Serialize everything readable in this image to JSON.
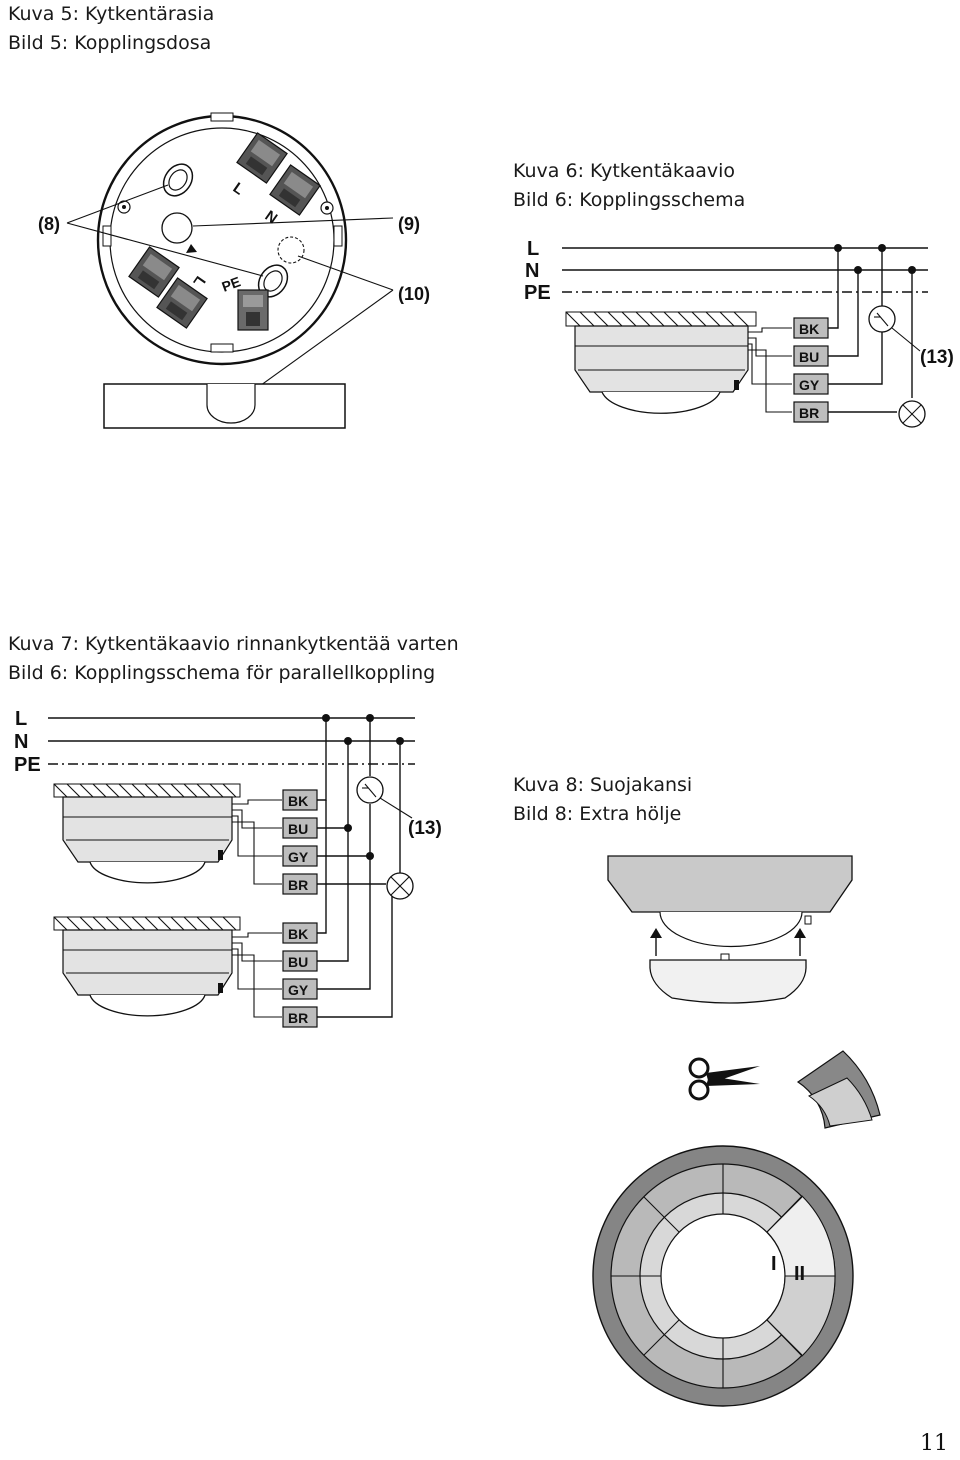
{
  "fig5": {
    "caption_fi": "Kuva 5: Kytkentärasia",
    "caption_sv": "Bild 5: Kopplingsdosa",
    "callouts": [
      "(8)",
      "(9)",
      "(10)"
    ],
    "terminal_labels": [
      "L",
      "N",
      "L",
      "PE"
    ]
  },
  "fig6": {
    "caption_fi": "Kuva 6: Kytkentäkaavio",
    "caption_sv": "Bild 6: Kopplingsschema",
    "lines": [
      "L",
      "N",
      "PE"
    ],
    "wires": [
      "BK",
      "BU",
      "GY",
      "BR"
    ],
    "callout": "(13)"
  },
  "fig7": {
    "caption_fi": "Kuva 7: Kytkentäkaavio rinnankytkentää varten",
    "caption_sv": "Bild 6: Kopplingsschema för parallellkoppling",
    "lines": [
      "L",
      "N",
      "PE"
    ],
    "wires_a": [
      "BK",
      "BU",
      "GY",
      "BR"
    ],
    "wires_b": [
      "BK",
      "BU",
      "GY",
      "BR"
    ],
    "callout": "(13)"
  },
  "fig8": {
    "caption_fi": "Kuva 8: Suojakansi",
    "caption_sv": "Bild 8: Extra hölje",
    "markers": [
      "I",
      "II"
    ]
  },
  "page_number": "11",
  "colors": {
    "wire_box": "#bdbdbd",
    "ring_dark": "#858585",
    "ring_mid": "#b9b9b9",
    "ring_light": "#d8d8d8"
  }
}
